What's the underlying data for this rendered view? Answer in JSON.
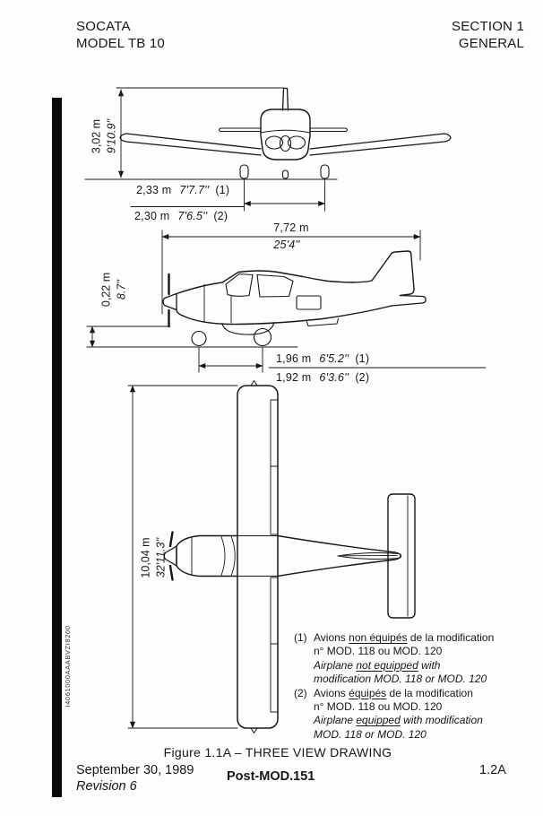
{
  "header": {
    "left_line1": "SOCATA",
    "left_line2": "MODEL TB 10",
    "right_line1": "SECTION 1",
    "right_line2": "GENERAL"
  },
  "side_code": "I4061000AAABVZI8200",
  "dimensions": {
    "height": {
      "metric": "3,02 m",
      "imperial": "9'10.9''"
    },
    "track_1": {
      "metric": "2,33 m",
      "imperial": "7'7.7''",
      "ref": "(1)"
    },
    "track_2": {
      "metric": "2,30 m",
      "imperial": "7'6.5''",
      "ref": "(2)"
    },
    "length": {
      "metric": "7,72 m",
      "imperial": "25'4''"
    },
    "prop_clearance": {
      "metric": "0,22 m",
      "imperial": "8.7''"
    },
    "wheelbase_1": {
      "metric": "1,96 m",
      "imperial": "6'5.2''",
      "ref": "(1)"
    },
    "wheelbase_2": {
      "metric": "1,92 m",
      "imperial": "6'3.6''",
      "ref": "(2)"
    },
    "wingspan": {
      "metric": "10,04 m",
      "imperial": "32'11.3''"
    }
  },
  "notes": {
    "items": [
      {
        "marker": "(1)",
        "lines": [
          {
            "italic": false,
            "segments": [
              {
                "text": "Avions "
              },
              {
                "text": "non équipés",
                "underline": true
              },
              {
                "text": " de la modification"
              }
            ]
          },
          {
            "italic": false,
            "segments": [
              {
                "text": "n° MOD. 118 ou MOD. 120"
              }
            ]
          },
          {
            "italic": true,
            "segments": [
              {
                "text": "Airplane "
              },
              {
                "text": "not equipped",
                "underline": true
              },
              {
                "text": " with"
              }
            ]
          },
          {
            "italic": true,
            "segments": [
              {
                "text": "modification MOD. 118 or MOD. 120"
              }
            ]
          }
        ]
      },
      {
        "marker": "(2)",
        "lines": [
          {
            "italic": false,
            "segments": [
              {
                "text": "Avions "
              },
              {
                "text": "équipés",
                "underline": true
              },
              {
                "text": " de la modification"
              }
            ]
          },
          {
            "italic": false,
            "segments": [
              {
                "text": "n° MOD. 118 ou MOD. 120"
              }
            ]
          },
          {
            "italic": true,
            "segments": [
              {
                "text": "Airplane "
              },
              {
                "text": "equipped",
                "underline": true
              },
              {
                "text": " with modification"
              }
            ]
          },
          {
            "italic": true,
            "segments": [
              {
                "text": "MOD. 118 or MOD. 120"
              }
            ]
          }
        ]
      }
    ]
  },
  "caption": "Figure 1.1A – THREE VIEW DRAWING",
  "footer": {
    "date": "September 30, 1989",
    "revision": "Revision 6",
    "center": "Post-MOD.151",
    "page": "1.2A"
  }
}
